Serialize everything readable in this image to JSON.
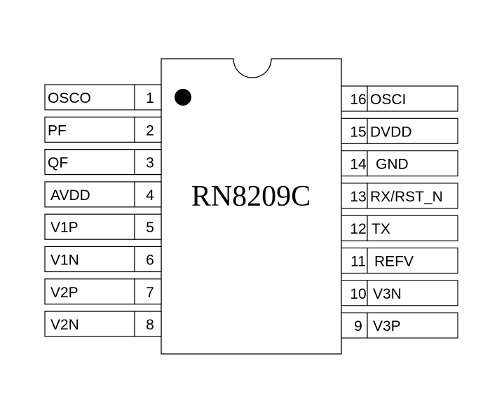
{
  "chip": {
    "name": "RN8209C"
  },
  "left_pins": [
    {
      "number": "1",
      "name": "OSCO"
    },
    {
      "number": "2",
      "name": "PF"
    },
    {
      "number": "3",
      "name": "QF"
    },
    {
      "number": "4",
      "name": "AVDD"
    },
    {
      "number": "5",
      "name": "V1P"
    },
    {
      "number": "6",
      "name": "V1N"
    },
    {
      "number": "7",
      "name": "V2P"
    },
    {
      "number": "8",
      "name": "V2N"
    }
  ],
  "right_pins": [
    {
      "number": "16",
      "name": "OSCI"
    },
    {
      "number": "15",
      "name": "DVDD"
    },
    {
      "number": "14",
      "name": "GND"
    },
    {
      "number": "13",
      "name": "RX/RST_N"
    },
    {
      "number": "12",
      "name": "TX"
    },
    {
      "number": "11",
      "name": "REFV"
    },
    {
      "number": "10",
      "name": "V3N"
    },
    {
      "number": "9",
      "name": "V3P"
    }
  ]
}
